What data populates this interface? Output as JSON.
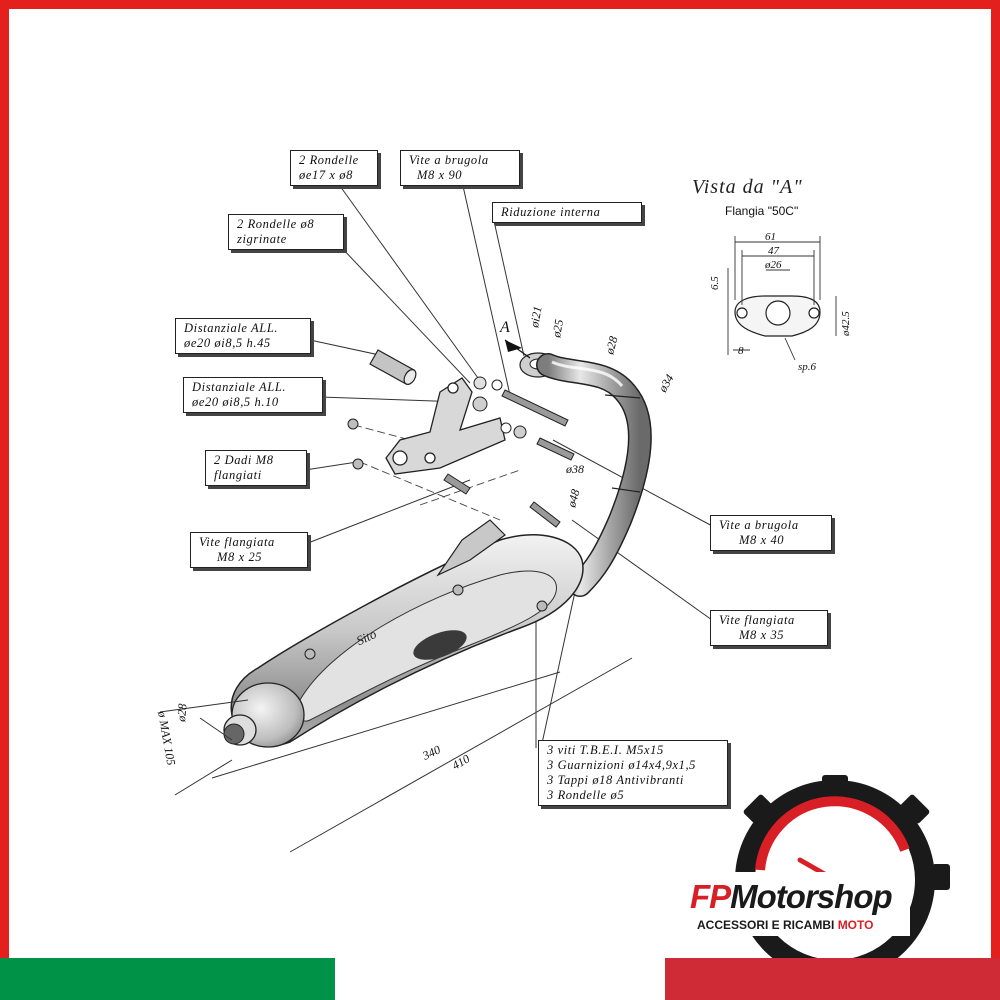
{
  "labels": {
    "rondelle_e17": [
      "2 Rondelle",
      "øe17 x ø8"
    ],
    "vite_m8x90": [
      "Vite a brugola",
      "M8 x 90"
    ],
    "riduzione": [
      "Riduzione interna"
    ],
    "rondelle_zig": [
      "2 Rondelle ø8",
      "zigrinate"
    ],
    "dist_h45": [
      "Distanziale ALL.",
      "øe20 øi8,5 h.45"
    ],
    "dist_h10": [
      "Distanziale ALL.",
      "øe20 øi8,5 h.10"
    ],
    "dadi": [
      "2 Dadi M8",
      "flangiati"
    ],
    "vite_flang_25": [
      "Vite flangiata",
      "M8 x 25"
    ],
    "vite_m8x40": [
      "Vite a brugola",
      "M8 x 40"
    ],
    "vite_flang_35": [
      "Vite flangiata",
      "M8 x 35"
    ],
    "kit": [
      "3 viti T.B.E.I. M5x15",
      "3 Guarnizioni ø14x4,9x1,5",
      "3 Tappi ø18 Antivibranti",
      "3 Rondelle ø5"
    ]
  },
  "vista": {
    "title": "Vista da \"A\"",
    "subtitle": "Flangia \"50C\"",
    "dims": {
      "d61": "61",
      "d47": "47",
      "d26": "ø26",
      "d65": "6.5",
      "d425": "ø42.5",
      "d8": "8",
      "sp": "sp.6"
    }
  },
  "drawing": {
    "view_letter": "A",
    "dims": {
      "i21": "øi21",
      "d25": "ø25",
      "d28_top": "ø28",
      "d34": "ø34",
      "d38": "ø38",
      "d48": "ø48",
      "d28_tail": "ø28",
      "maxd": "ø MAX 105",
      "len340": "340",
      "len410": "410"
    },
    "brand_mark": "Sito"
  },
  "logo": {
    "fp": "FP",
    "motorshop": "Motorshop",
    "sub_black": "ACCESSORI E RICAMBI ",
    "sub_red": "MOTO"
  },
  "colors": {
    "frame": "#e3201b",
    "flag_green": "#009246",
    "flag_white": "#ffffff",
    "flag_red": "#ce2b37",
    "logo_red": "#d81f26"
  }
}
